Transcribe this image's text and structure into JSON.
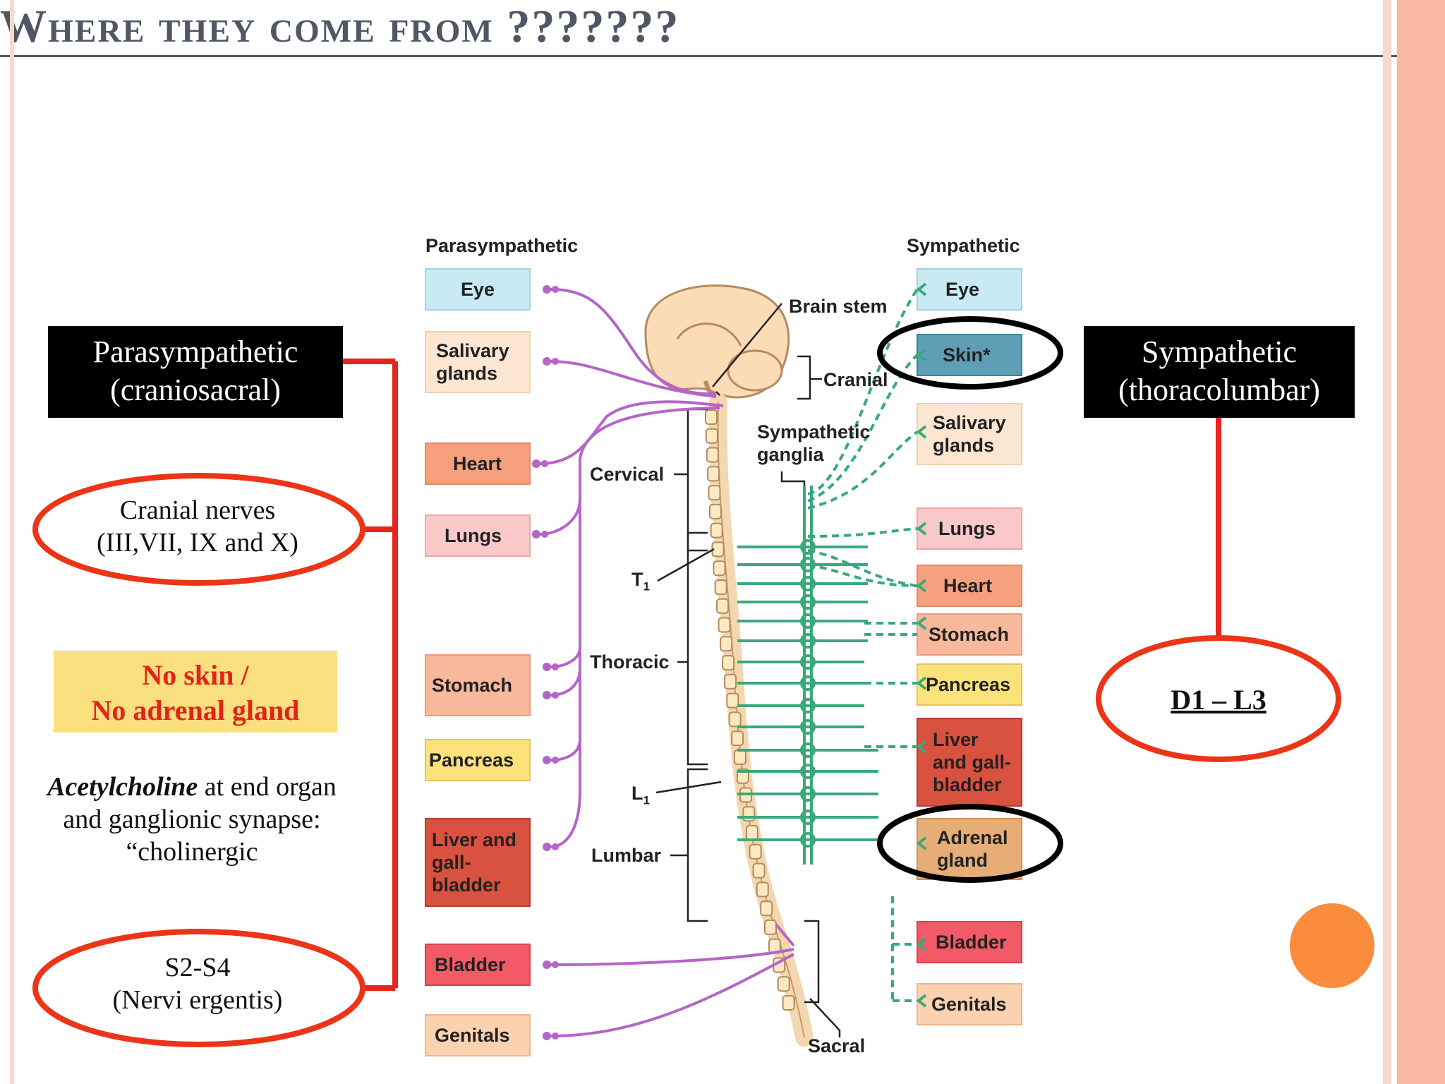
{
  "slide": {
    "title": "Where they come from ???????",
    "colors": {
      "title": "#4f5765",
      "red_line": "#e8251b",
      "ellipse": "#ec3418",
      "parasym_nerve": "#b565c8",
      "sym_nerve": "#3aa97a",
      "orange_dot": "#fb8c3b"
    }
  },
  "left_panel": {
    "box_label": "Parasympathetic\n(craniosacral)",
    "cranial_ellipse": "Cranial nerves\n(III,VII, IX and X)",
    "yellow_note": "No skin /\nNo adrenal gland",
    "ach_bold": "Acetylcholine",
    "ach_rest": " at end organ and ganglionic synapse: “cholinergic",
    "sacral_ellipse": "S2-S4\n(Nervi ergentis)"
  },
  "right_panel": {
    "box_label": "Sympathetic\n(thoracolumbar)",
    "ellipse": "D1 – L3"
  },
  "diagram": {
    "parasym_header": "Parasympathetic",
    "sym_header": "Sympathetic",
    "parasym_organs": [
      "Eye",
      "Salivary glands",
      "Heart",
      "Lungs",
      "Stomach",
      "Pancreas",
      "Liver and gall-bladder",
      "Bladder",
      "Genitals"
    ],
    "sym_organs": [
      "Eye",
      "Skin*",
      "Salivary glands",
      "Lungs",
      "Heart",
      "Stomach",
      "Pancreas",
      "Liver and gall-bladder",
      "Adrenal gland",
      "Bladder",
      "Genitals"
    ],
    "labels": {
      "brain_stem": "Brain stem",
      "cranial": "Cranial",
      "sym_ganglia": "Sympathetic ganglia",
      "cervical": "Cervical",
      "t1": "T",
      "t1_sub": "1",
      "thoracic": "Thoracic",
      "l1": "L",
      "l1_sub": "1",
      "lumbar": "Lumbar",
      "sacral": "Sacral"
    }
  }
}
